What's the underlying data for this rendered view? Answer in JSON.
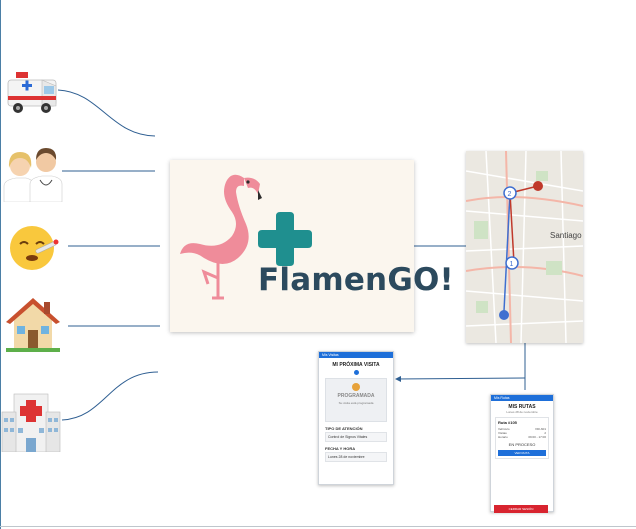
{
  "brand": {
    "name": "FlamenGO!",
    "flamingo_color": "#ef8c9a",
    "cross_color": "#1f8f8f",
    "text_color": "#2c4a5e"
  },
  "icons": [
    "ambulance",
    "doctors",
    "sick-face",
    "house",
    "hospital"
  ],
  "map": {
    "label": "Santiago"
  },
  "phone_visit": {
    "header": "Mis Visitas",
    "title": "MI PRÓXIMA VISITA",
    "status": "PROGRAMADA",
    "status_note": "Su visita está programada",
    "section1_title": "TIPO DE ATENCIÓN",
    "section1_value": "Control de Signos Vitales",
    "section2_title": "FECHA Y HORA",
    "section2_value": "Lunes 28 de noviembre"
  },
  "phone_route": {
    "header": "Mis Rutas",
    "title": "MIS RUTAS",
    "subtitle": "Lunes 28 de noviembre",
    "route_name": "Ruta #105",
    "vehicle_label": "Vehículo",
    "vehicle_value": "VDI-601",
    "visits_label": "Visitas",
    "visits_value": "2",
    "time_label": "Horario",
    "time_value": "09:00 - 17:00",
    "status": "EN PROCESO",
    "start_button": "VER RUTA",
    "end_button": "CERRAR SESIÓN"
  }
}
